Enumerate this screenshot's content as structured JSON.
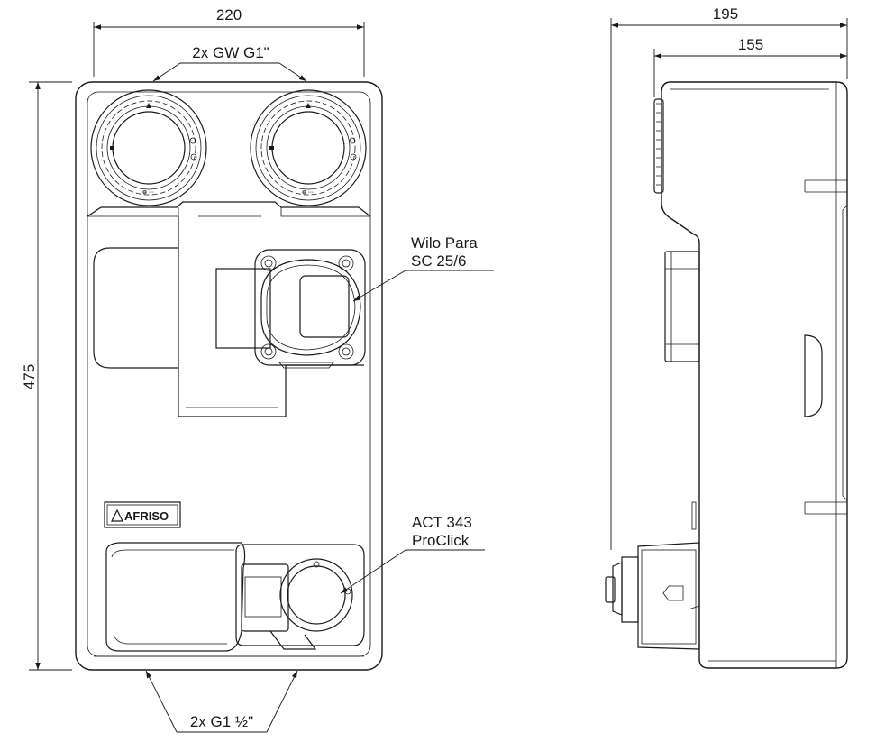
{
  "front_view": {
    "dim_width": "220",
    "dim_height": "475",
    "label_top": "2x GW G1\"",
    "label_bottom": "2x G1 ½\"",
    "pump_label_line1": "Wilo Para",
    "pump_label_line2": "SC 25/6",
    "actuator_label_line1": "ACT 343",
    "actuator_label_line2": "ProClick",
    "brand": "AFRISO"
  },
  "side_view": {
    "dim_total_depth": "195",
    "dim_body_depth": "155"
  },
  "colors": {
    "line": "#1a1a1a",
    "background": "#ffffff"
  }
}
